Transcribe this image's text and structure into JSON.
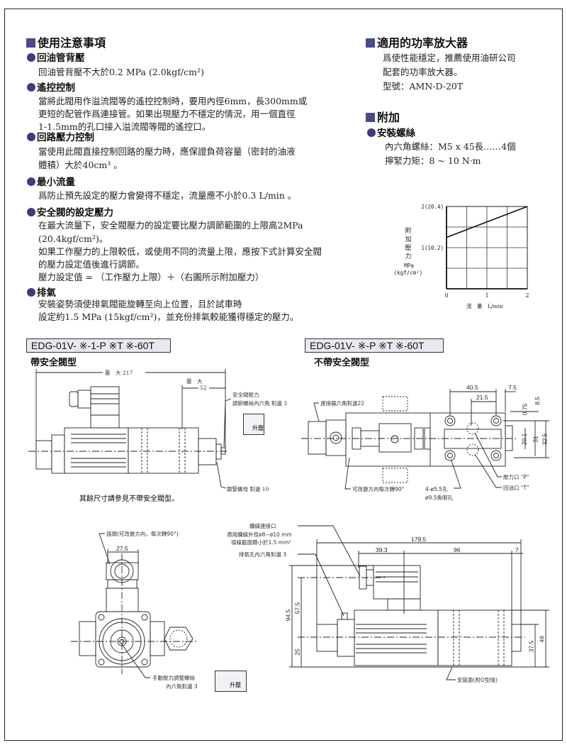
{
  "notes": {
    "title": "使用注意事項",
    "sections": [
      {
        "heading": "回油管背壓",
        "lines": [
          "回油管背壓不大於0.2 MPa (2.0kgf/cm²)"
        ]
      },
      {
        "heading": "遙控控制",
        "lines": [
          "當將此閥用作溢流閥等的遙控控制時，要用內徑6mm，長300mm或",
          "更短的配管作爲連接管。如果出現壓力不穩定的情況，用一個直徑",
          "1-1.5mm的孔口接入溢流閥等閥的遙控口。"
        ]
      },
      {
        "heading": "回路壓力控制",
        "lines": [
          "當使用此閥直接控制回路的壓力時，應保證負荷容量（密封的油液",
          "體積）大於40cm³ 。"
        ]
      },
      {
        "heading": "最小流量",
        "lines": [
          "爲防止預先設定的壓力會變得不穩定，流量應不小於0.3 L/min 。"
        ]
      },
      {
        "heading": "安全閥的設定壓力",
        "lines": [
          "在最大流量下，安全閥壓力的設定要比壓力調節範圍的上限高2MPa",
          "(20.4kgf/cm²)。",
          "如果工作壓力的上限較低，或使用不同的流量上限，應按下式計算安全閥",
          "的壓力設定值後進行調節。",
          "壓力設定值 = （工作壓力上限）＋（右圖所示附加壓力）"
        ]
      },
      {
        "heading": "排氣",
        "lines": [
          "安裝姿勢須使排氣閥能旋轉至向上位置，且於試車時",
          "設定約1.5 MPa (15kgf/cm²)，並充份排氣較能獲得穩定的壓力。"
        ]
      }
    ]
  },
  "amplifier": {
    "title": "適用的功率放大器",
    "lines": [
      "爲使性能穩定，推薦使用油研公司",
      "配套的功率放大器。",
      "型號：AMN-D-20T"
    ]
  },
  "accessory": {
    "title": "附加",
    "heading": "安裝螺絲",
    "lines": [
      "內六角螺絲：M5 x 45長……4個",
      "擰緊力矩：8 ~ 10 N·m"
    ]
  },
  "chart_data": {
    "type": "line",
    "title": "",
    "ylabel": [
      "附",
      "加",
      "壓",
      "力",
      "MPa",
      "(kgf/cm²)"
    ],
    "xlabel": "流　量　L/min",
    "xlim": [
      0,
      2
    ],
    "ylim": [
      0,
      2
    ],
    "x_ticks": [
      "0",
      "1",
      "2"
    ],
    "y_ticks": [
      "1(10.2)",
      "2(20.4)"
    ],
    "grid": true,
    "series": [
      {
        "name": "附加壓力",
        "x": [
          0,
          2
        ],
        "y": [
          1.25,
          2.0
        ]
      }
    ]
  },
  "drawing_with_relief": {
    "model": "EDG-01V- ※-1-P ※T ※-60T",
    "subtitle": "帶安全閥型",
    "dim_max_217": "最　大 217",
    "dim_max": "最　大",
    "dim_52": "52",
    "label_relief_1": "安全閥壓力",
    "label_relief_2": "調節螺絲內六角  對邊 3",
    "rotate_label": "升壓",
    "label_locknut": "鎖緊螺母  對邊 10",
    "note": "其餘尺寸請參見不帶安全閥型。"
  },
  "drawing_without_relief": {
    "model": "EDG-01V- ※-P ※T ※-60T",
    "subtitle": "不帶安全閥型",
    "label_connector_hex": "連接器六角對邊22",
    "label_rotate": "可改變方向每次轉90°",
    "label_holes_1": "4-ø5.5孔",
    "label_holes_2": "ø9.5魚眼孔",
    "label_p": "壓力口 \"P\"",
    "label_t": "回油口 \"T\"",
    "dims": {
      "d40_5": "40.5",
      "d7_5": "7.5",
      "d21_5": "21.5",
      "d0_75": "0.75",
      "d8_5": "8.5",
      "d20_1": "20.1",
      "d31": "31",
      "d32_5": "32.5"
    }
  },
  "end_view": {
    "label_plug": "插頭(可改變方向，每次轉90°)",
    "dim_27_5": "27.5",
    "label_manual_1": "手動壓力調整螺絲",
    "label_manual_2": "內六角對邊  3",
    "rotate_label": "升壓"
  },
  "side_view": {
    "label_cable_1": "纜線連接口",
    "label_cable_2": "適用纜線外徑ø8~ø10 mm",
    "label_cable_3": "導線截面積小於1.5 mm²",
    "label_vent": "排氣孔內六角對邊  3",
    "label_mount": "安裝面(附O型環)",
    "dims": {
      "d179_5": "179.5",
      "d39_3": "39.3",
      "d96": "96",
      "d7": "7",
      "d94_5": "94.5",
      "d57_5": "57.5",
      "d25": "25",
      "d37_5": "37.5",
      "d49": "49"
    }
  },
  "colors": {
    "accent": "#4a4a86",
    "label_box": "#e8e8f0"
  }
}
